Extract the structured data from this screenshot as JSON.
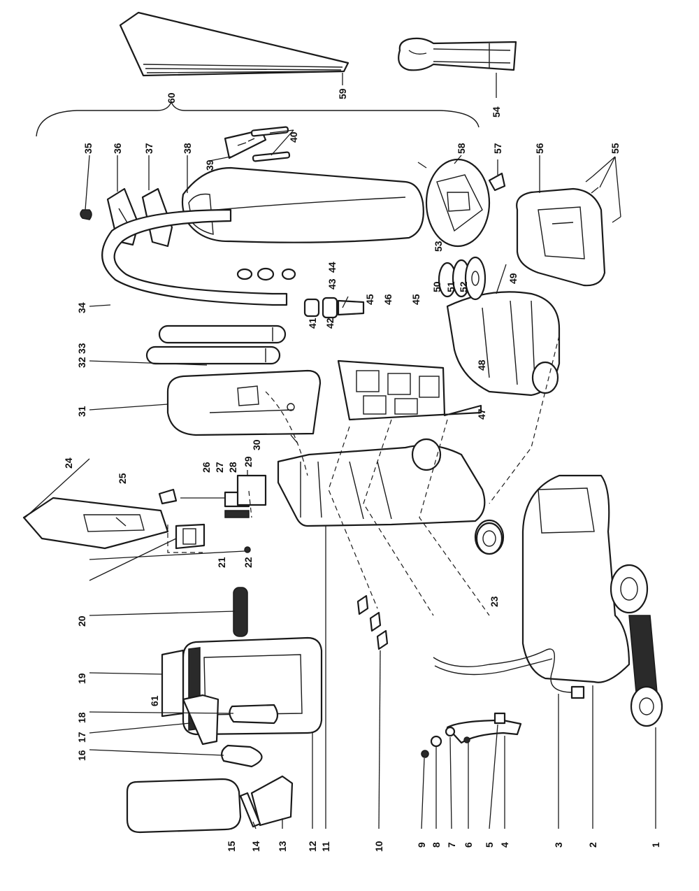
{
  "diagram": {
    "callouts": [
      {
        "label": "1"
      },
      {
        "label": "2"
      },
      {
        "label": "3"
      },
      {
        "label": "4"
      },
      {
        "label": "5"
      },
      {
        "label": "6"
      },
      {
        "label": "7"
      },
      {
        "label": "8"
      },
      {
        "label": "9"
      },
      {
        "label": "10"
      },
      {
        "label": "11"
      },
      {
        "label": "12"
      },
      {
        "label": "13"
      },
      {
        "label": "14"
      },
      {
        "label": "15"
      },
      {
        "label": "16"
      },
      {
        "label": "17"
      },
      {
        "label": "18"
      },
      {
        "label": "19"
      },
      {
        "label": "20"
      },
      {
        "label": "21"
      },
      {
        "label": "22"
      },
      {
        "label": "23"
      },
      {
        "label": "24"
      },
      {
        "label": "25"
      },
      {
        "label": "26"
      },
      {
        "label": "27"
      },
      {
        "label": "28"
      },
      {
        "label": "29"
      },
      {
        "label": "30"
      },
      {
        "label": "31"
      },
      {
        "label": "32"
      },
      {
        "label": "33"
      },
      {
        "label": "34"
      },
      {
        "label": "35"
      },
      {
        "label": "36"
      },
      {
        "label": "37"
      },
      {
        "label": "38"
      },
      {
        "label": "39"
      },
      {
        "label": "40"
      },
      {
        "label": "41"
      },
      {
        "label": "42"
      },
      {
        "label": "43"
      },
      {
        "label": "44"
      },
      {
        "label": "45"
      },
      {
        "label": "45"
      },
      {
        "label": "46"
      },
      {
        "label": "47"
      },
      {
        "label": "48"
      },
      {
        "label": "49"
      },
      {
        "label": "50"
      },
      {
        "label": "51"
      },
      {
        "label": "52"
      },
      {
        "label": "53"
      },
      {
        "label": "54"
      },
      {
        "label": "55"
      },
      {
        "label": "56"
      },
      {
        "label": "57"
      },
      {
        "label": "58"
      },
      {
        "label": "59"
      },
      {
        "label": "60"
      },
      {
        "label": "61"
      }
    ]
  }
}
